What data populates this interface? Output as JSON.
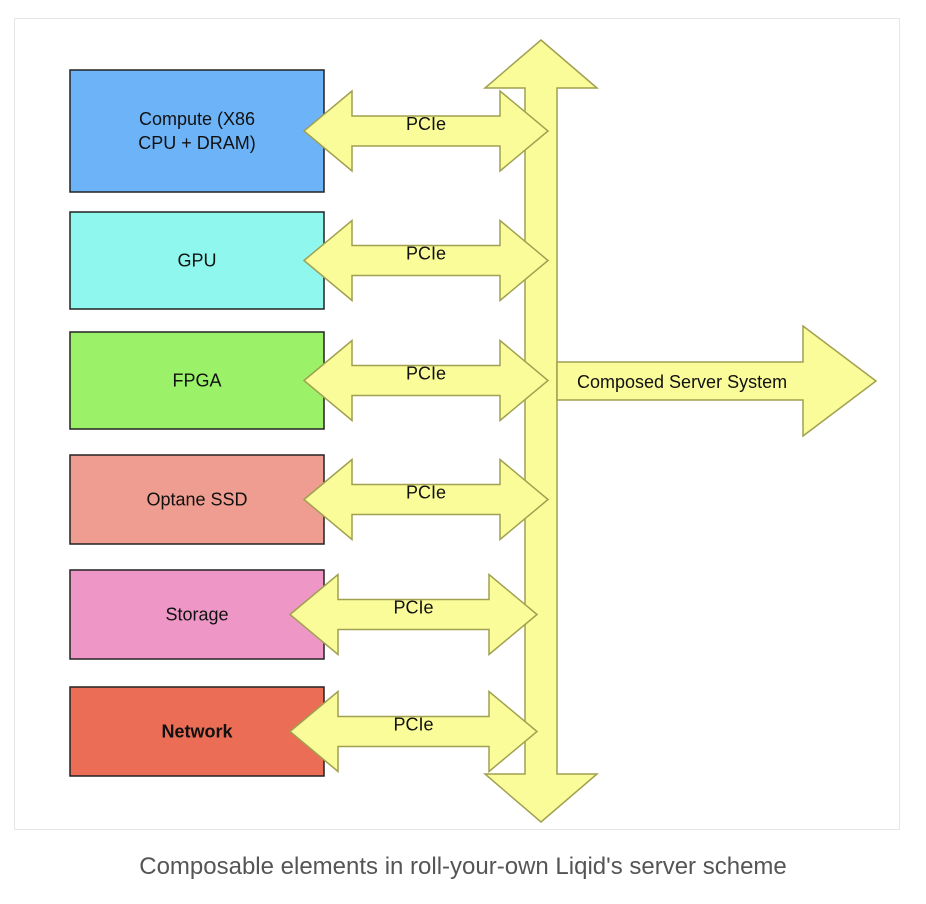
{
  "diagram": {
    "components": [
      {
        "label_lines": [
          "Compute (X86",
          "CPU + DRAM)"
        ],
        "color": "#6db3f7",
        "bold": false,
        "link_label": "PCIe"
      },
      {
        "label_lines": [
          "GPU"
        ],
        "color": "#8ff7ed",
        "bold": false,
        "link_label": "PCIe"
      },
      {
        "label_lines": [
          "FPGA"
        ],
        "color": "#9bf268",
        "bold": false,
        "link_label": "PCIe"
      },
      {
        "label_lines": [
          "Optane SSD"
        ],
        "color": "#ef9d90",
        "bold": false,
        "link_label": "PCIe"
      },
      {
        "label_lines": [
          "Storage"
        ],
        "color": "#ee97c6",
        "bold": false,
        "link_label": "PCIe"
      },
      {
        "label_lines": [
          "Network"
        ],
        "color": "#ec6d56",
        "bold": true,
        "link_label": "PCIe"
      }
    ],
    "output_label": "Composed Server System",
    "arrow_fill": "#fafc9a",
    "arrow_stroke": "#a0a050"
  },
  "caption": "Composable elements in roll-your-own Liqid's server scheme"
}
